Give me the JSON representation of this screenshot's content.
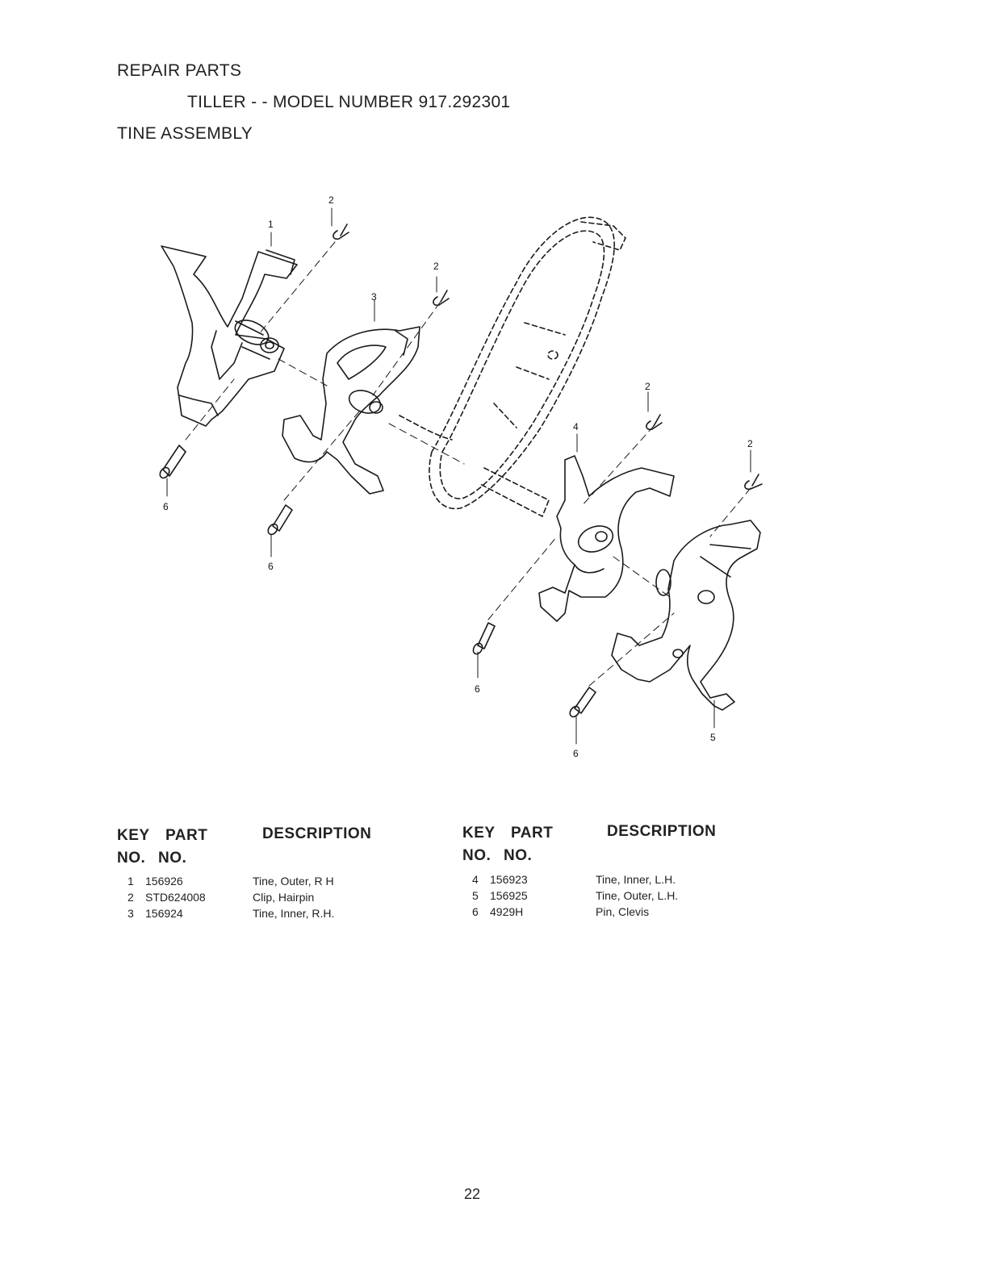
{
  "header": {
    "section": "REPAIR PARTS",
    "model_line": "TILLER - - MODEL NUMBER 917.292301",
    "assembly": "TINE ASSEMBLY"
  },
  "callouts": {
    "tine_outer_rh": "1",
    "clip": "2",
    "tine_inner_rh": "3",
    "tine_inner_lh": "4",
    "tine_outer_lh": "5",
    "pin": "6"
  },
  "table": {
    "col_key": "KEY",
    "col_part": "PART",
    "col_no1": "NO.",
    "col_no2": "NO.",
    "col_desc": "DESCRIPTION",
    "left_rows": [
      {
        "key": "1",
        "part": "156926",
        "desc": "Tine, Outer, R H"
      },
      {
        "key": "2",
        "part": "STD624008",
        "desc": "Clip, Hairpin"
      },
      {
        "key": "3",
        "part": "156924",
        "desc": "Tine, Inner, R.H."
      }
    ],
    "right_rows": [
      {
        "key": "4",
        "part": "156923",
        "desc": "Tine, Inner, L.H."
      },
      {
        "key": "5",
        "part": "156925",
        "desc": "Tine, Outer, L.H."
      },
      {
        "key": "6",
        "part": "4929H",
        "desc": "Pin, Clevis"
      }
    ]
  },
  "page_number": "22"
}
